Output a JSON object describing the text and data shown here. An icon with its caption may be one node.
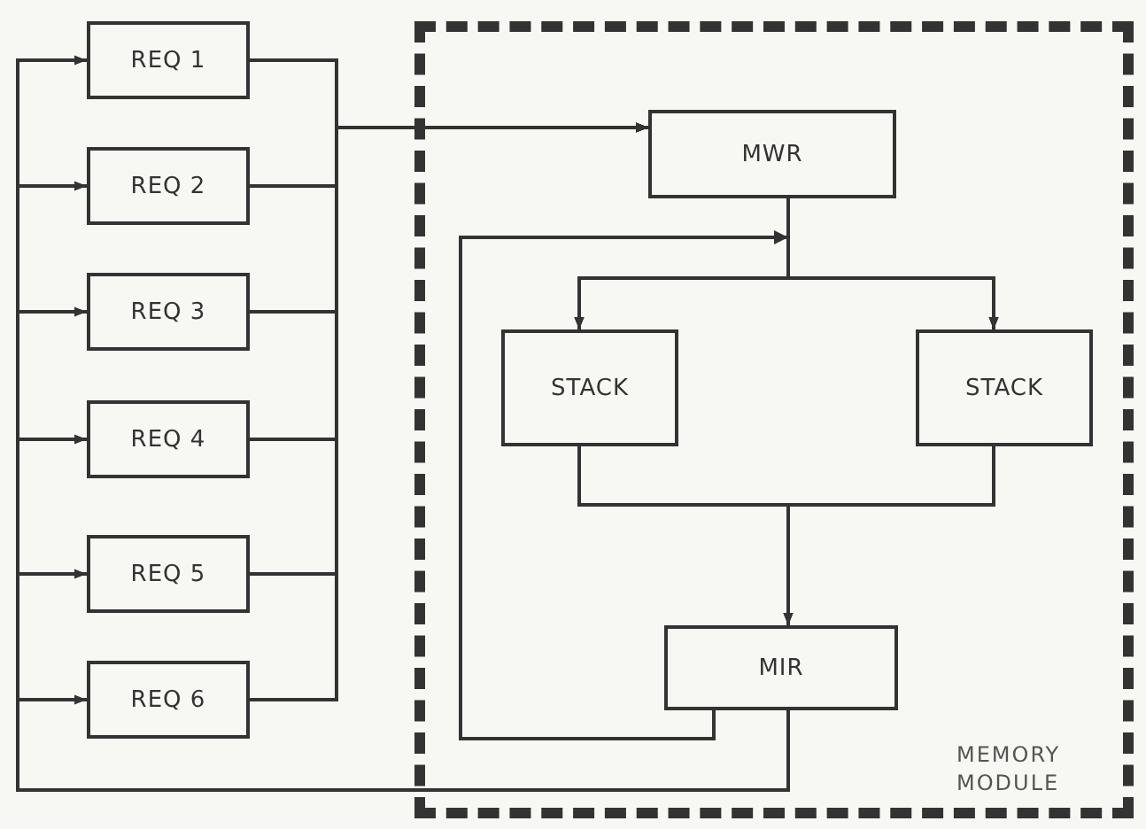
{
  "diagram": {
    "nodes": [
      {
        "text": [
          "REQ 1"
        ]
      },
      {
        "text": [
          "REQ 2"
        ]
      },
      {
        "text": [
          "REQ 3"
        ]
      },
      {
        "text": [
          "REQ 4"
        ]
      },
      {
        "text": [
          "REQ 5"
        ]
      },
      {
        "text": [
          "REQ 6"
        ]
      },
      {
        "text": [
          "MEMORY MODULE"
        ]
      },
      {
        "text": [
          "MWR"
        ],
        "in": 6
      },
      {
        "text": [
          "STACK"
        ],
        "in": 6
      },
      {
        "text": [
          "STACK"
        ],
        "in": 6
      },
      {
        "text": [
          "MIR"
        ],
        "in": 6
      }
    ],
    "edges": [
      {
        "from": 0,
        "to": 7,
        "arrow": "to"
      },
      {
        "from": 1,
        "to": 7,
        "arrow": "to"
      },
      {
        "from": 2,
        "to": 7,
        "arrow": "to"
      },
      {
        "from": 3,
        "to": 7,
        "arrow": "to"
      },
      {
        "from": 4,
        "to": 7,
        "arrow": "to"
      },
      {
        "from": 5,
        "to": 7,
        "arrow": "to"
      },
      {
        "from": 7,
        "to": 8,
        "arrow": "to"
      },
      {
        "from": 7,
        "to": 9,
        "arrow": "to"
      },
      {
        "from": 8,
        "to": 10,
        "arrow": "to"
      },
      {
        "from": 9,
        "to": 10,
        "arrow": "to"
      },
      {
        "from": 10,
        "to": 8,
        "arrow": "to"
      },
      {
        "from": 10,
        "to": 9,
        "arrow": "to"
      },
      {
        "from": 10,
        "to": 0,
        "arrow": "to"
      },
      {
        "from": 10,
        "to": 1,
        "arrow": "to"
      },
      {
        "from": 10,
        "to": 2,
        "arrow": "to"
      },
      {
        "from": 10,
        "to": 3,
        "arrow": "to"
      },
      {
        "from": 10,
        "to": 4,
        "arrow": "to"
      },
      {
        "from": 10,
        "to": 5,
        "arrow": "to"
      }
    ]
  }
}
